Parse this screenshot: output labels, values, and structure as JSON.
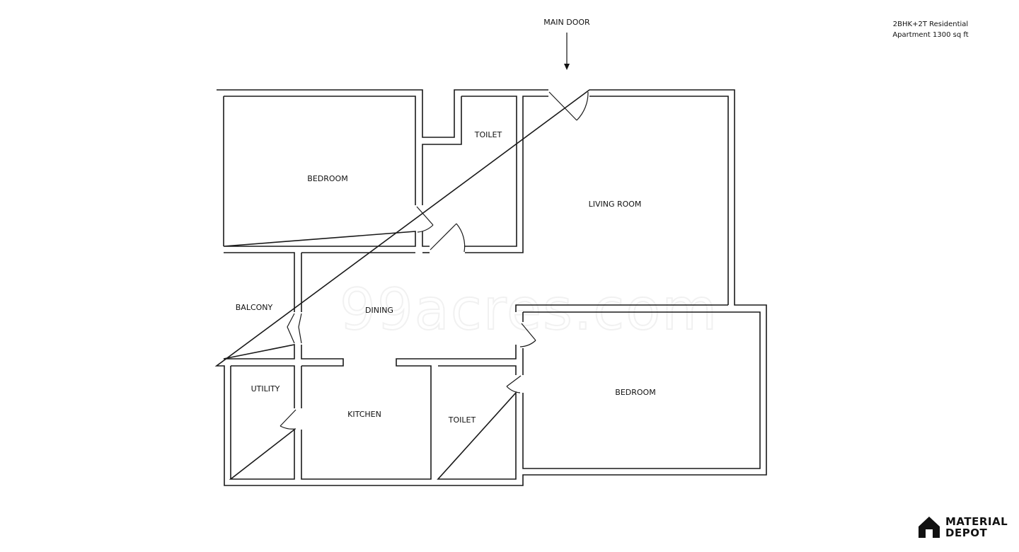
{
  "title_lines": [
    "2BHK+2T Residential",
    "Apartment 1300 sq ft"
  ],
  "main_door_label": "MAIN DOOR",
  "rooms": {
    "bedroom_top": "BEDROOM",
    "toilet_top": "TOILET",
    "living_room": "LIVING ROOM",
    "balcony": "BALCONY",
    "dining": "DINING",
    "utility": "UTILITY",
    "kitchen": "KITCHEN",
    "toilet_bottom": "TOILET",
    "bedroom_bottom": "BEDROOM"
  },
  "watermark": "99acres.com",
  "brand": {
    "line1": "MATERIAL",
    "line2": "DEPOT",
    "icon": "house-logo-icon"
  }
}
